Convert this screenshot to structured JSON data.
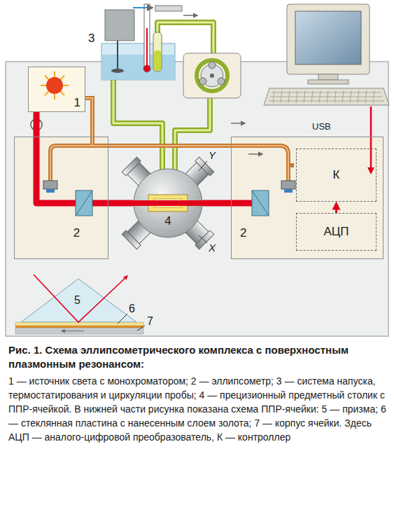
{
  "diagram": {
    "caption": "Рис. 1. Схема эллипсометрического комплекса с поверхностным плазмонным резонансом:",
    "nodes": [
      {
        "text": [
          "3"
        ]
      },
      {
        "text": [
          "1"
        ]
      },
      {
        "text": [
          "2"
        ]
      },
      {
        "text": [
          "4"
        ]
      },
      {
        "text": [
          "2"
        ]
      },
      {
        "text": [
          "К"
        ],
        "in": 4
      },
      {
        "text": [
          "АЦП"
        ],
        "in": 4
      }
    ],
    "edges": [
      {
        "from": 1,
        "to": 2,
        "arrow": "none"
      },
      {
        "from": 2,
        "to": 3,
        "arrow": "none"
      },
      {
        "from": 3,
        "to": 4,
        "arrow": "none"
      },
      {
        "from": 6,
        "to": 5,
        "arrow": "to"
      }
    ],
    "labels": [
      "Y",
      "X",
      "USB",
      "5",
      "6",
      "7",
      "1 — источник света с монохроматором; 2 — эллипсометр; 3 — система напуска, термостатирования и циркуляции пробы; 4 — прецизионный предметный столик с ППР-ячейкой. В нижней части рисунка показана схема ППР-ячейки: 5 — призма; 6 — стеклянная пластина с нанесенным слоем золота; 7 — корпус ячейки. Здесь АЦП — аналого-цифровой преобразователь, К — контроллер"
    ]
  }
}
